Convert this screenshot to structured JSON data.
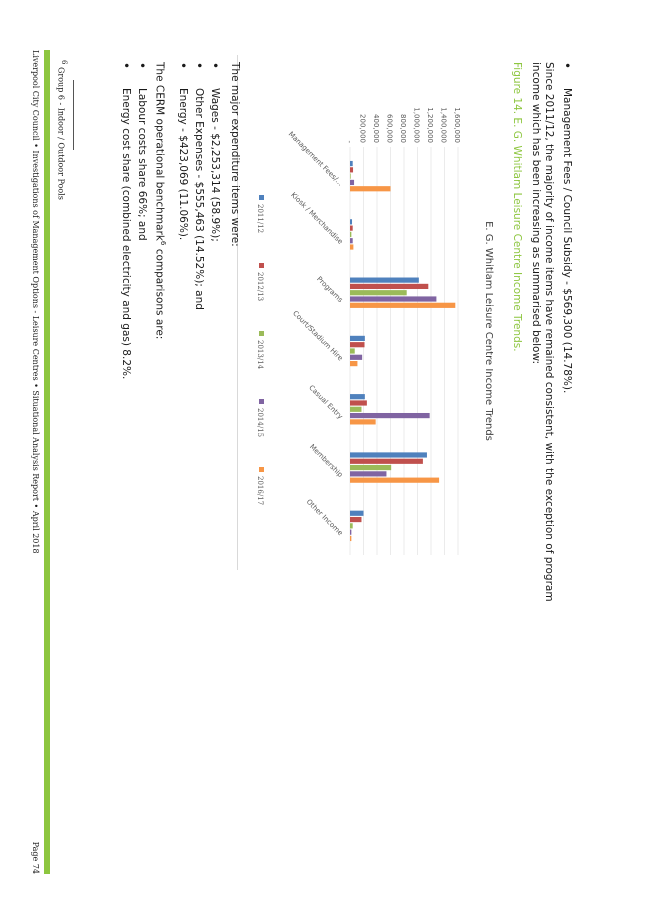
{
  "intro_bullet": "Management Fees / Council Subsidy - $569,300 (14.78%).",
  "intro_paragraph": "Since 2011/12, the majority of income items have remained consistent, with the exception of program income which has been increasing as summarised below:",
  "figure_caption": "Figure 14. E. G. Whitlam Leisure Centre Income Trends.",
  "chart_data": {
    "type": "bar",
    "title": "E. G. Whitlam Leisure Centre Income Trends",
    "categories": [
      "Management Fees/...",
      "Kiosk / Merchandise",
      "Programs",
      "Court/Stadium Hire",
      "Casual Entry",
      "Membership",
      "Other Income"
    ],
    "series": [
      {
        "name": "2011/12",
        "color": "#4f81bd",
        "values": [
          40000,
          30000,
          1020000,
          220000,
          220000,
          1140000,
          200000
        ]
      },
      {
        "name": "2012/13",
        "color": "#c0504d",
        "values": [
          45000,
          40000,
          1160000,
          215000,
          250000,
          1080000,
          170000
        ]
      },
      {
        "name": "2013/14",
        "color": "#9bbb59",
        "values": [
          10000,
          20000,
          840000,
          70000,
          170000,
          610000,
          40000
        ]
      },
      {
        "name": "2014/15",
        "color": "#8064a2",
        "values": [
          60000,
          40000,
          1280000,
          180000,
          1180000,
          540000,
          20000
        ]
      },
      {
        "name": "2016/17",
        "color": "#f79646",
        "values": [
          600000,
          50000,
          1560000,
          110000,
          380000,
          1320000,
          20000
        ]
      }
    ],
    "ylim": [
      0,
      1600000
    ],
    "yticks": [
      "-",
      "200,000",
      "400,000",
      "600,000",
      "800,000",
      "1,000,000",
      "1,200,000",
      "1,400,000",
      "1,600,000"
    ],
    "legend": "bottom",
    "grid": true
  },
  "expenditure_heading": "The major expenditure items were:",
  "expenditure_items": [
    "Wages - $2,253,314 (58.9%);",
    "Other Expenses - $555,463 (14.52%); and",
    "Energy - $423,069 (11.06%)."
  ],
  "cerm_heading_pre": "The CERM operational benchmark",
  "cerm_heading_sup": "6",
  "cerm_heading_post": " comparisons are:",
  "cerm_items": [
    "Labour costs share 66%; and",
    "Energy cost share (combined electricity and gas) 8.2%."
  ],
  "footnote_num": "6",
  "footnote_text": "Group 6 - Indoor / Outdoor Pools",
  "footer_left": "Liverpool City Council • Investigations of Management Options - Leisure Centres • Situational Analysis Report • April 2018",
  "footer_right": "Page 74"
}
